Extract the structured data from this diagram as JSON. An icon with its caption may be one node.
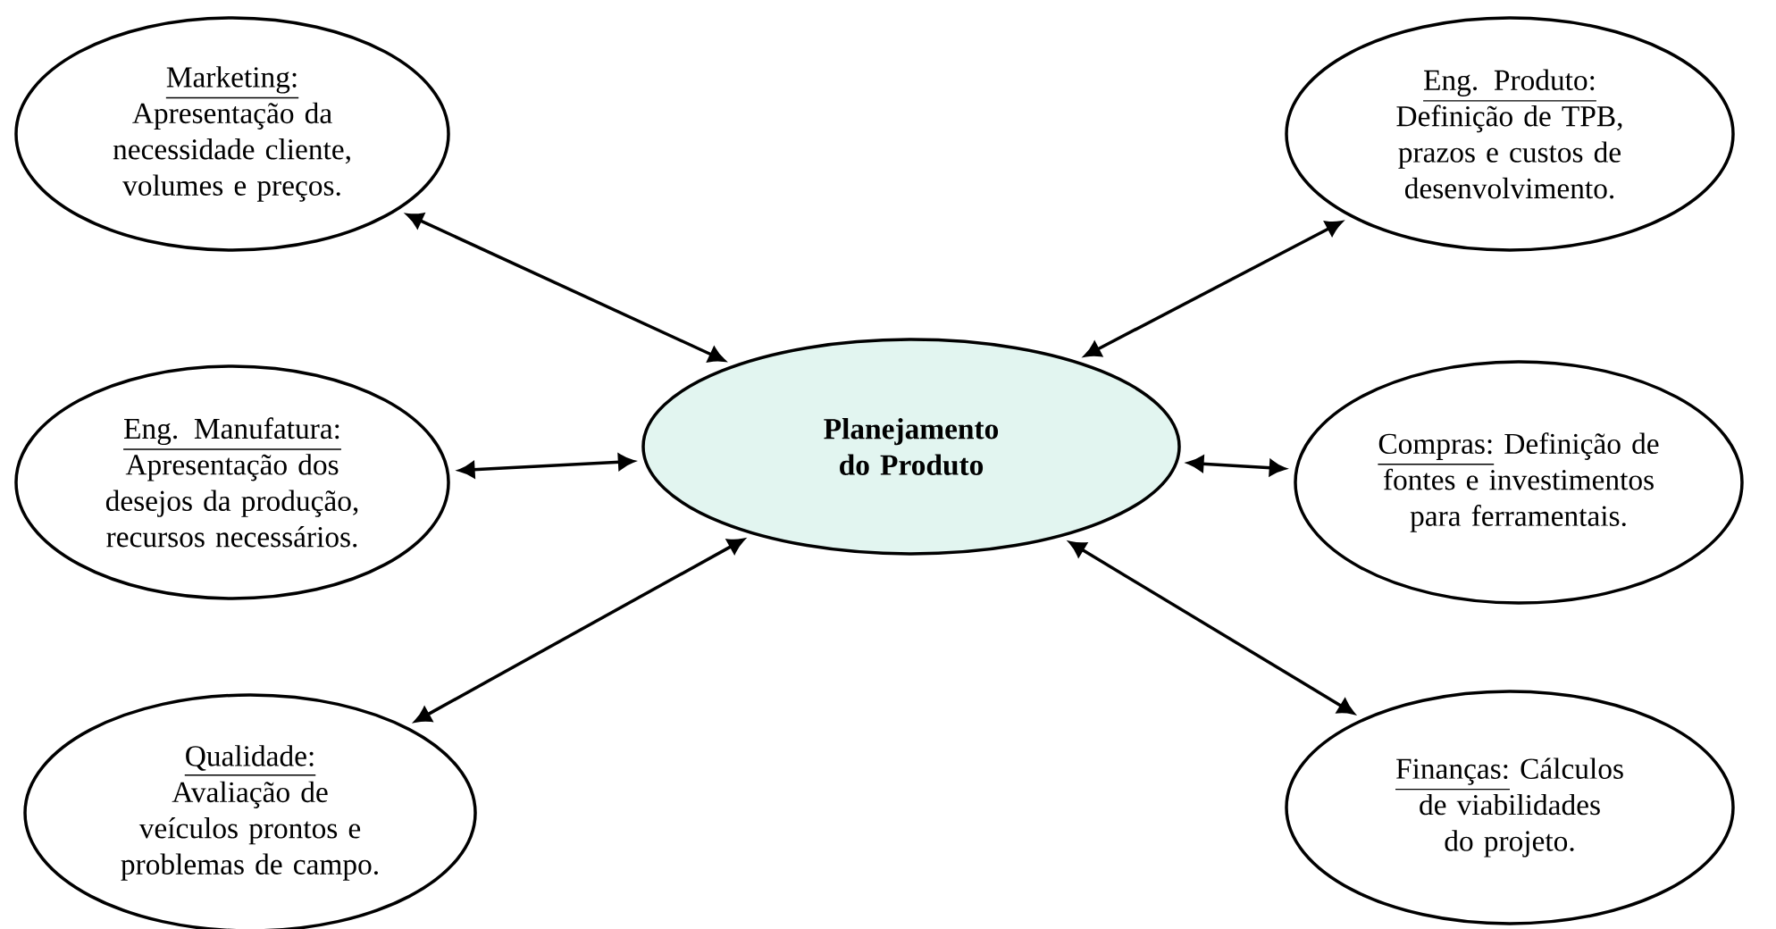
{
  "diagram": {
    "nodes": [
      {
        "text": [
          "Marketing:",
          "Apresentação da necessidade cliente, volumes e preços."
        ]
      },
      {
        "text": [
          "Eng. Produto:",
          "Definição de TPB, prazos e custos de desenvolvimento."
        ]
      },
      {
        "text": [
          "Eng. Manufatura:",
          "Apresentação dos desejos da produção, recursos necessários."
        ]
      },
      {
        "text": [
          "Planejamento do Produto"
        ]
      },
      {
        "text": [
          "Compras:",
          "Definição de fontes e investimentos para ferramentais."
        ]
      },
      {
        "text": [
          "Qualidade:",
          "Avaliação de veículos prontos e problemas de campo."
        ]
      },
      {
        "text": [
          "Finanças:",
          "Cálculos de viabilidades do projeto."
        ]
      }
    ],
    "edges": [
      {
        "from": 3,
        "to": 0,
        "arrow": "both"
      },
      {
        "from": 3,
        "to": 1,
        "arrow": "both"
      },
      {
        "from": 3,
        "to": 2,
        "arrow": "both"
      },
      {
        "from": 3,
        "to": 4,
        "arrow": "both"
      },
      {
        "from": 3,
        "to": 5,
        "arrow": "both"
      },
      {
        "from": 3,
        "to": 6,
        "arrow": "both"
      }
    ]
  }
}
